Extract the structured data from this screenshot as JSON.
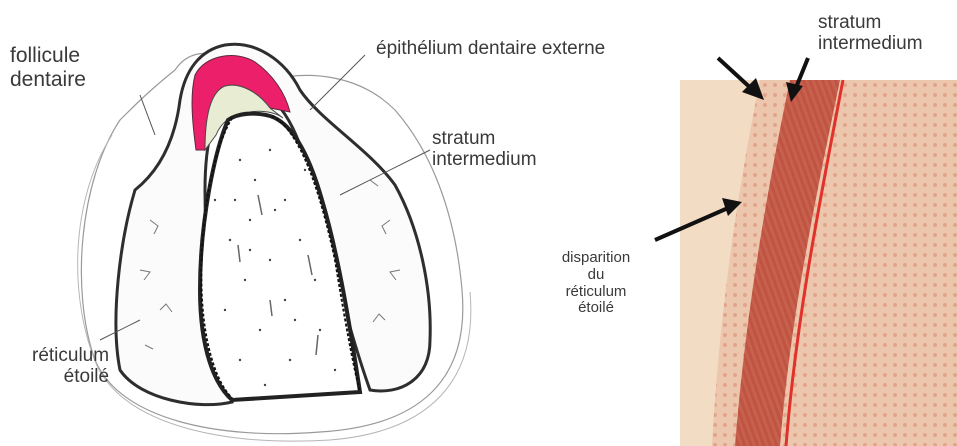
{
  "labels": {
    "follicule": [
      "follicule",
      "dentaire"
    ],
    "epithelium_externe": "épithélium dentaire externe",
    "stratum_left": [
      "stratum",
      "intermedium"
    ],
    "reticulum_left": [
      "réticulum",
      "étoilé"
    ],
    "stratum_right": [
      "stratum",
      "intermedium"
    ],
    "disparition": [
      "disparition",
      "du",
      "réticulum",
      "étoilé"
    ]
  },
  "colors": {
    "enamel_pink": "#ec1f6b",
    "dentin_cream": "#e8ecd2",
    "micrograph_bg": "#e9c2a8",
    "cell_layer": "#c85a48",
    "arrow": "#111111",
    "ink": "#2e2e2e"
  }
}
